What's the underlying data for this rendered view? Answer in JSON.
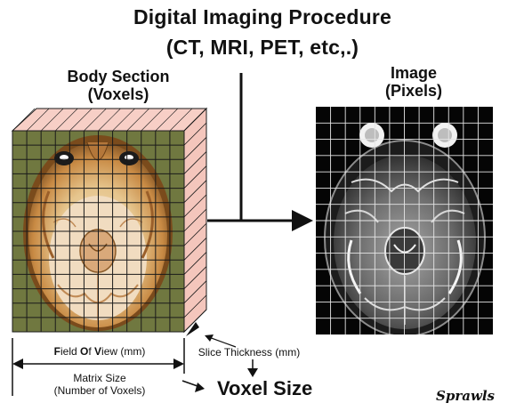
{
  "title": {
    "line1": "Digital Imaging Procedure",
    "line2": "(CT, MRI, PET, etc,.)"
  },
  "body_section": {
    "label": "Body Section",
    "sublabel": "(Voxels)"
  },
  "image": {
    "label": "Image",
    "sublabel": "(Pixels)"
  },
  "field_of_view": {
    "prefix1": "F",
    "rest1": "ield ",
    "prefix2": "O",
    "rest2": "f ",
    "prefix3": "V",
    "rest3": "iew (mm)"
  },
  "matrix_size": {
    "line1": "Matrix Size",
    "line2": "(Number of Voxels)"
  },
  "slice_thickness": "Slice Thickness (mm)",
  "voxel_size": "Voxel Size",
  "signature": "Sprawls",
  "colors": {
    "grid_face": "#707840",
    "slab_side": "#f4c6bc",
    "slab_top": "#f7cfc6",
    "grid_line": "#1a1a1a",
    "mri_background": "#050505",
    "mri_grid": "#e6e6e6",
    "arrow": "#111111"
  }
}
